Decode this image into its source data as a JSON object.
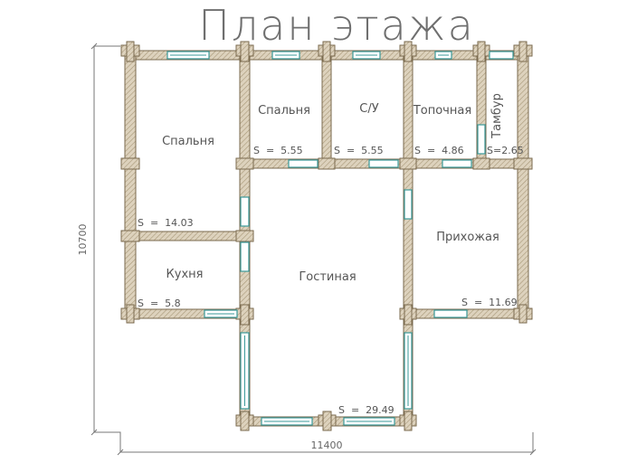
{
  "title": "План этажа",
  "colors": {
    "wall_fill": "#d8cbb3",
    "wall_stroke": "#7a6a4e",
    "window": "#3a9a9a",
    "text": "#555555",
    "dimension": "#777777"
  },
  "rooms": [
    {
      "id": "bedroom-1",
      "name": "Спальня",
      "area_label": "S  =  14.03"
    },
    {
      "id": "bedroom-2",
      "name": "Спальня",
      "area_label": "S  =  5.55"
    },
    {
      "id": "bathroom",
      "name": "С/У",
      "area_label": "S  =  5.55"
    },
    {
      "id": "boiler-room",
      "name": "Топочная",
      "area_label": "S  =  4.86"
    },
    {
      "id": "vestibule",
      "name": "Тамбур",
      "area_label": "S=2.65"
    },
    {
      "id": "kitchen",
      "name": "Кухня",
      "area_label": "S  =  5.8"
    },
    {
      "id": "living-room",
      "name": "Гостиная",
      "area_label": "S  =  29.49"
    },
    {
      "id": "hallway",
      "name": "Прихожая",
      "area_label": "S  =  11.69"
    }
  ],
  "dimensions": {
    "width": "11400",
    "height": "10700"
  }
}
